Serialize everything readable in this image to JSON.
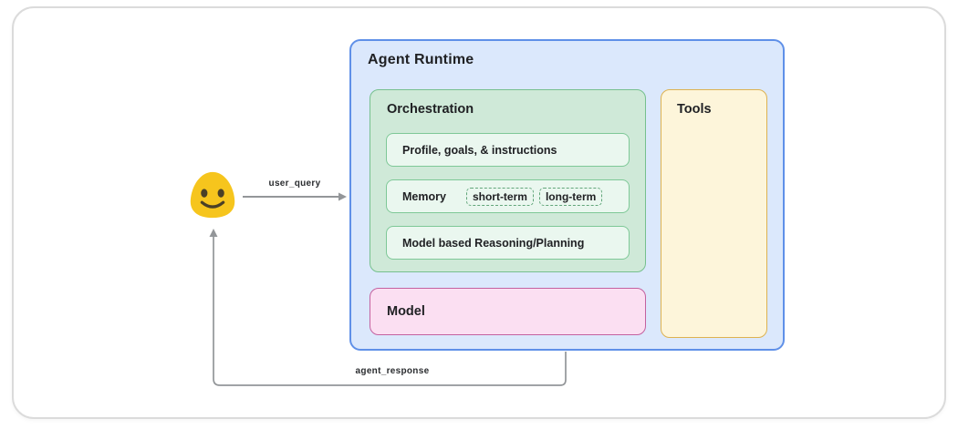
{
  "runtime": {
    "title": "Agent Runtime"
  },
  "orchestration": {
    "title": "Orchestration",
    "profile": {
      "label": "Profile, goals, & instructions"
    },
    "memory": {
      "label": "Memory",
      "chips": [
        "short-term",
        "long-term"
      ]
    },
    "reasoning": {
      "label": "Model based Reasoning/Planning"
    }
  },
  "model": {
    "label": "Model"
  },
  "tools": {
    "label": "Tools"
  },
  "flows": {
    "user_query": "user_query",
    "agent_response": "agent_response"
  },
  "colors": {
    "card-border": "#dbdbdb",
    "runtime-fill": "#dbe8fc",
    "runtime-border": "#5f90e8",
    "orch-fill": "#cfe9d8",
    "orch-border": "#76c08e",
    "innerbox-fill": "#eaf7ef",
    "innerbox-border": "#7ec897",
    "chip-border": "#61a67a",
    "model-fill": "#fbdff2",
    "model-border": "#c4619f",
    "tools-fill": "#fdf5da",
    "tools-border": "#ddb250",
    "arrow": "#939699",
    "text": "#202124",
    "emoji-body": "#f6c51d",
    "emoji-face": "#4a4027"
  }
}
